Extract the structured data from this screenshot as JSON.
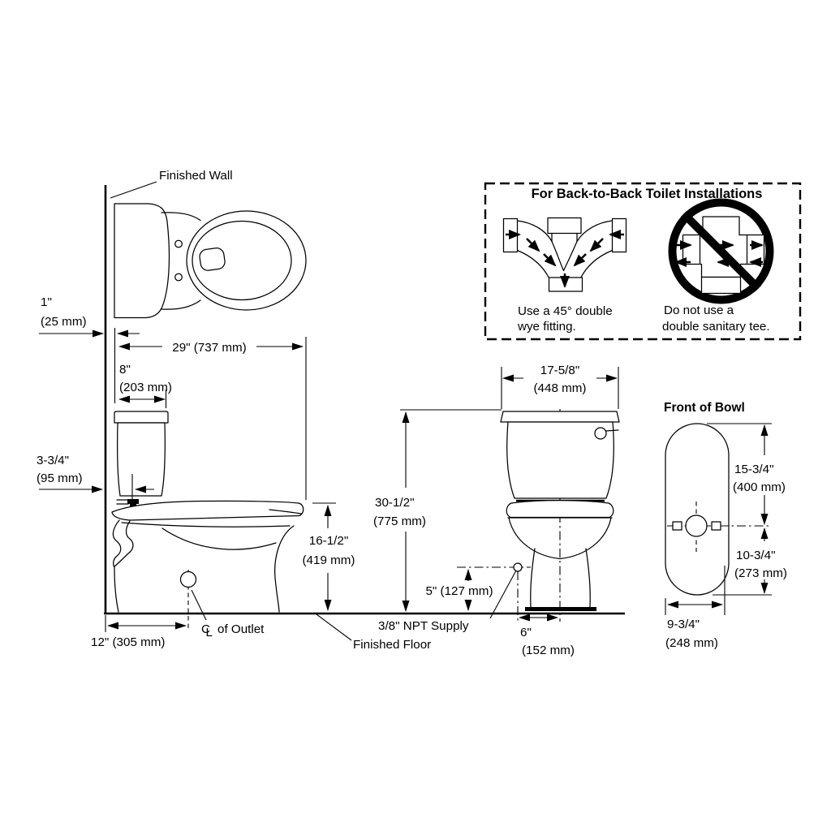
{
  "colors": {
    "ink": "#000000",
    "background": "#ffffff"
  },
  "labels": {
    "finished_wall": "Finished Wall",
    "finished_floor": "Finished Floor",
    "npt_supply": "3/8\" NPT Supply",
    "front_of_bowl": "Front of Bowl",
    "outlet": {
      "symbol": "℄",
      "symbol_c": "C",
      "symbol_l": "L",
      "label": "of Outlet"
    }
  },
  "dims": {
    "wall_gap": {
      "in": "1\"",
      "mm": "(25 mm)"
    },
    "overall_depth": {
      "combined": "29\" (737 mm)"
    },
    "tank_depth": {
      "in": "8\"",
      "mm": "(203 mm)"
    },
    "trip_lever": {
      "in": "3-3/4\"",
      "mm": "(95 mm)"
    },
    "rim_height": {
      "in": "16-1/2\"",
      "mm": "(419 mm)"
    },
    "rough_in": {
      "combined": "12\" (305 mm)"
    },
    "supply_height": {
      "combined": "5\" (127 mm)"
    },
    "supply_offset": {
      "in": "6\"",
      "mm": "(152 mm)"
    },
    "overall_height": {
      "in": "30-1/2\"",
      "mm": "(775 mm)"
    },
    "tank_width": {
      "in": "17-5/8\"",
      "mm": "(448 mm)"
    },
    "bowl_upper": {
      "in": "15-3/4\"",
      "mm": "(400 mm)"
    },
    "bowl_lower": {
      "in": "10-3/4\"",
      "mm": "(273 mm)"
    },
    "bowl_width": {
      "in": "9-3/4\"",
      "mm": "(248 mm)"
    }
  },
  "back_to_back": {
    "title": "For Back-to-Back Toilet Installations",
    "wye": {
      "line1": "Use a 45° double",
      "line2": "wye fitting."
    },
    "tee": {
      "line1": "Do not use a",
      "line2": "double sanitary tee."
    }
  }
}
